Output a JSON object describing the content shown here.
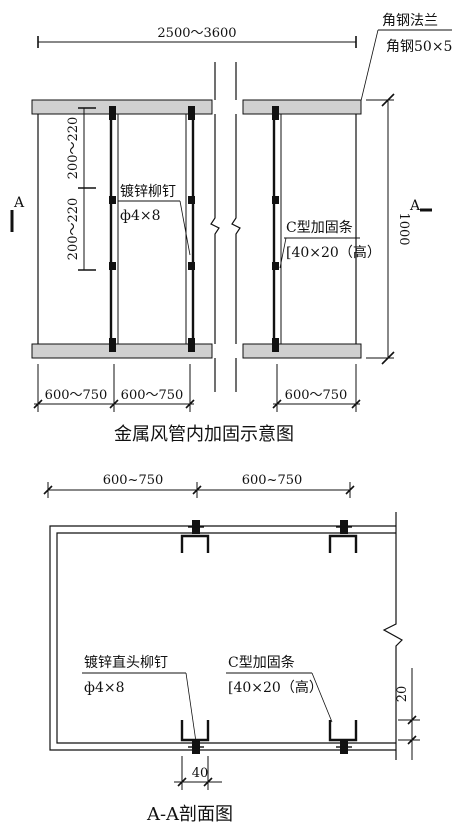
{
  "top_view": {
    "total_width": "2500～3600",
    "flange_label": "角钢法兰",
    "angle_steel_label": "角钢50×5",
    "spacing_vertical_top": "200～220",
    "spacing_vertical_bottom": "200～220",
    "rivet_label": "镀锌柳钉",
    "rivet_size": "ф4×8",
    "height": "1000",
    "stiffener_label": "C型加固条",
    "stiffener_size": "[40×20（高）",
    "section_mark_left": "A",
    "section_mark_right": "A",
    "spacing_1": "600～750",
    "spacing_2": "600～750",
    "spacing_3": "600～750",
    "title": "金属风管内加固示意图"
  },
  "section_view": {
    "spacing_1": "600~750",
    "spacing_2": "600~750",
    "rivet_label": "镀锌直头柳钉",
    "rivet_size": "ф4×8",
    "stiffener_label": "C型加固条",
    "stiffener_size": "[40×20（高）",
    "height_dim": "20",
    "width_dim": "40",
    "title": "A-A剖面图"
  }
}
